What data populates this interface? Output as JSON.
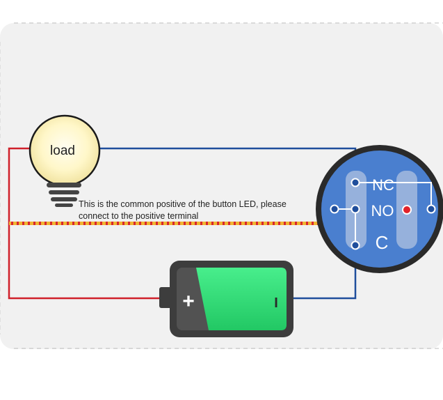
{
  "diagram": {
    "load_label": "load",
    "note_line1": "This is the common positive of the button LED, please",
    "note_line2": "connect to the positive terminal",
    "terminals": {
      "nc": "NC",
      "no": "NO",
      "c": "C"
    },
    "battery": {
      "positive_symbol": "+",
      "negative_symbol": "I"
    },
    "colors": {
      "positive_wire": "#d0202a",
      "negative_wire": "#1f4e9c",
      "led_wire": "#e8a21e",
      "battery_fill": "#33e07a",
      "battery_casing": "#3d3d3d",
      "switch_body": "#4a7fcf",
      "bulb_glow": "#fff6c4"
    }
  }
}
